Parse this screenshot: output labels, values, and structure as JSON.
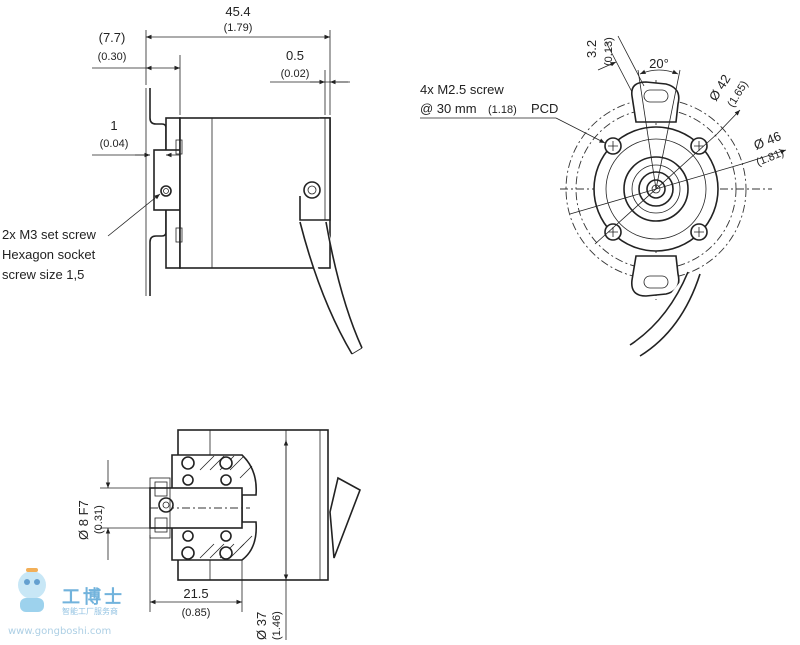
{
  "side_view": {
    "dim_total": "45.4",
    "dim_total_in": "(1.79)",
    "dim_flange": "(7.7)",
    "dim_flange_in": "(0.30)",
    "dim_gap": "0.5",
    "dim_gap_in": "(0.02)",
    "dim_clamp": "1",
    "dim_clamp_in": "(0.04)",
    "note_line1": "2x M3 set screw",
    "note_line2": "Hexagon socket",
    "note_line3": "screw size 1,5"
  },
  "front_view": {
    "screw_line1": "4x M2.5 screw",
    "screw_line2_a": "@ 30 mm",
    "screw_line2_b": "(1.18)",
    "screw_line2_c": "PCD",
    "dim_slot": "3.2",
    "dim_slot_in": "(0.13)",
    "angle": "20°",
    "dia_42": "Ø 42",
    "dia_42_in": "(1.65)",
    "dia_46": "Ø 46",
    "dia_46_in": "(1.81)"
  },
  "section_view": {
    "bore": "Ø 8 F7",
    "bore_in": "(0.31)",
    "len": "21.5",
    "len_in": "(0.85)",
    "dia": "Ø 37",
    "dia_in": "(1.46)"
  },
  "watermark": {
    "brand": "工博士",
    "tagline": "智能工厂服务商",
    "url": "www.gongboshi.com"
  }
}
